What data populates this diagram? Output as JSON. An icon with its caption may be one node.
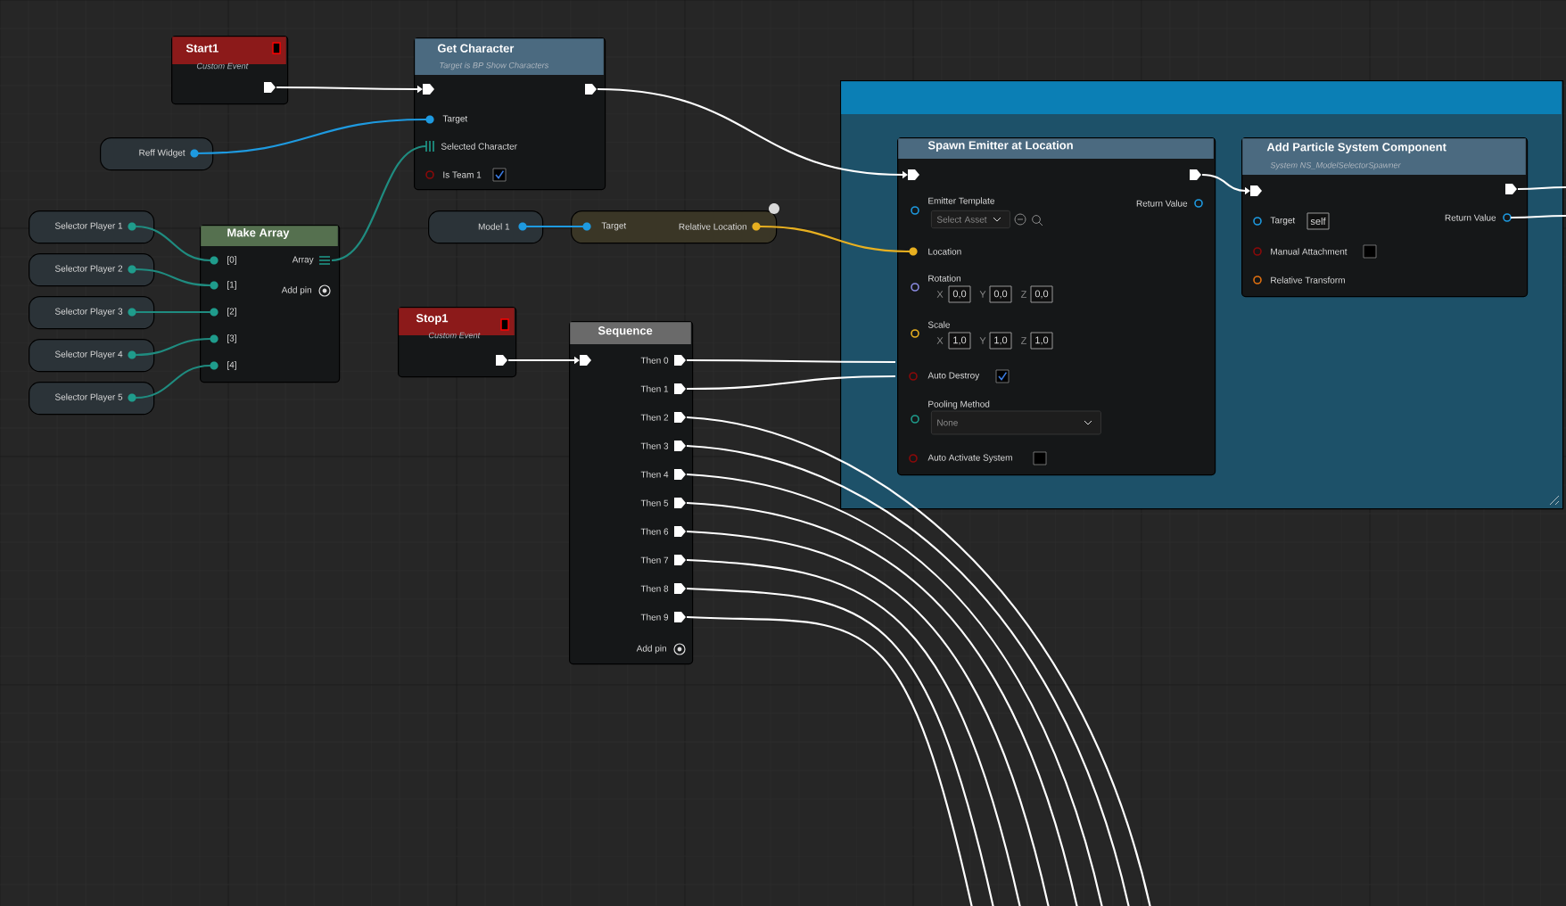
{
  "diagram": {
    "nodes": [
      {
        "text": [
          "Start1",
          "Custom Event"
        ]
      },
      {
        "text": [
          "Get Character",
          "Target is BP Show Characters",
          "Target",
          "Selected Character",
          "Is Team 1"
        ]
      },
      {
        "text": [
          "Reff Widget"
        ]
      },
      {
        "text": [
          "Selector Player 1"
        ]
      },
      {
        "text": [
          "Selector Player 2"
        ]
      },
      {
        "text": [
          "Selector Player 3"
        ]
      },
      {
        "text": [
          "Selector Player 4"
        ]
      },
      {
        "text": [
          "Selector Player 5"
        ]
      },
      {
        "text": [
          "Make Array",
          "[0]",
          "[1]",
          "[2]",
          "[3]",
          "[4]",
          "Array",
          "Add pin"
        ]
      },
      {
        "text": [
          "Model 1"
        ]
      },
      {
        "text": [
          "Target",
          "Relative Location"
        ]
      },
      {
        "text": [
          "Stop1",
          "Custom Event"
        ]
      },
      {
        "text": [
          "Sequence",
          "Then 0",
          "Then 1",
          "Then 2",
          "Then 3",
          "Then 4",
          "Then 5",
          "Then 6",
          "Then 7",
          "Then 8",
          "Then 9",
          "Add pin"
        ]
      },
      {
        "text": [],
        "shape": "box"
      },
      {
        "text": [
          "Spawn Emitter at Location",
          "Emitter Template",
          "Select Asset",
          "Return Value",
          "Location",
          "Rotation",
          "X",
          "0,0",
          "Y",
          "0,0",
          "Z",
          "0,0",
          "Scale",
          "X",
          "1,0",
          "Y",
          "1,0",
          "Z",
          "1,0",
          "Auto Destroy",
          "Pooling Method",
          "None",
          "Auto Activate System"
        ],
        "in": 13
      },
      {
        "text": [
          "Add Particle System Component",
          "System NS_ModelSelectorSpawner",
          "Target",
          "self",
          "Return Value",
          "Manual Attachment",
          "Relative Transform"
        ],
        "in": 13
      }
    ],
    "edges": [
      {
        "from": 0,
        "to": 1,
        "arrow": "to"
      },
      {
        "from": 2,
        "to": 1,
        "arrow": "none",
        "color": "#1e9ae0"
      },
      {
        "from": 3,
        "to": 8,
        "arrow": "none",
        "color": "#1f8c80"
      },
      {
        "from": 4,
        "to": 8,
        "arrow": "none",
        "color": "#1f8c80"
      },
      {
        "from": 5,
        "to": 8,
        "arrow": "none",
        "color": "#1f8c80"
      },
      {
        "from": 6,
        "to": 8,
        "arrow": "none",
        "color": "#1f8c80"
      },
      {
        "from": 7,
        "to": 8,
        "arrow": "none",
        "color": "#1f8c80"
      },
      {
        "from": 8,
        "to": 1,
        "arrow": "none",
        "color": "#1f8c80"
      },
      {
        "from": 9,
        "to": 10,
        "arrow": "none",
        "color": "#1e9ae0"
      },
      {
        "from": 10,
        "to": 14,
        "arrow": "none",
        "color": "#e8b020"
      },
      {
        "from": 1,
        "to": 14,
        "arrow": "to"
      },
      {
        "from": 11,
        "to": 12,
        "arrow": "to"
      },
      {
        "from": 14,
        "to": 15,
        "arrow": "to"
      },
      {
        "from": 15,
        "to": null,
        "arrow": "none"
      },
      {
        "from": 15,
        "to": null,
        "arrow": "none"
      },
      {
        "from": 12,
        "to": 14,
        "arrow": "none"
      },
      {
        "from": 12,
        "to": 14,
        "arrow": "none"
      },
      {
        "from": 12,
        "to": null,
        "arrow": "none"
      },
      {
        "from": 12,
        "to": null,
        "arrow": "none"
      },
      {
        "from": 12,
        "to": null,
        "arrow": "none"
      },
      {
        "from": 12,
        "to": null,
        "arrow": "none"
      },
      {
        "from": 12,
        "to": null,
        "arrow": "none"
      },
      {
        "from": 12,
        "to": null,
        "arrow": "none"
      },
      {
        "from": 12,
        "to": null,
        "arrow": "none"
      },
      {
        "from": 12,
        "to": null,
        "arrow": "none"
      }
    ]
  }
}
